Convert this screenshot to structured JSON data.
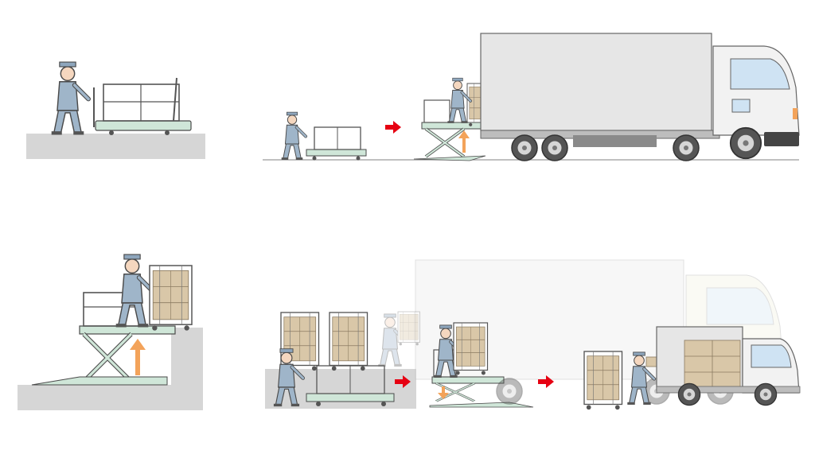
{
  "colors": {
    "background": "#ffffff",
    "ground": "#d6d6d6",
    "lift_frame": "#cfe6d8",
    "outline": "#4a4a4a",
    "uniform": "#9fb5c9",
    "cargo_box": "#d9c7a8",
    "truck_body": "#e6e6e6",
    "truck_cab": "#f2f2f2",
    "window": "#cfe3f3",
    "arrow_red": "#e60012",
    "arrow_orange": "#f3a35a"
  },
  "icons": {
    "step_arrow": "right-arrow-icon",
    "lift_up": "up-arrow-icon",
    "lift_down": "down-arrow-icon"
  },
  "scenes": [
    {
      "name": "worker-pushing-cart",
      "arrows": []
    },
    {
      "name": "loading-truck-with-lift",
      "arrows": [
        "right",
        "up"
      ]
    },
    {
      "name": "lift-raised-at-dock",
      "arrows": [
        "up"
      ]
    },
    {
      "name": "unloading-to-small-truck",
      "arrows": [
        "right",
        "right",
        "down"
      ]
    }
  ]
}
